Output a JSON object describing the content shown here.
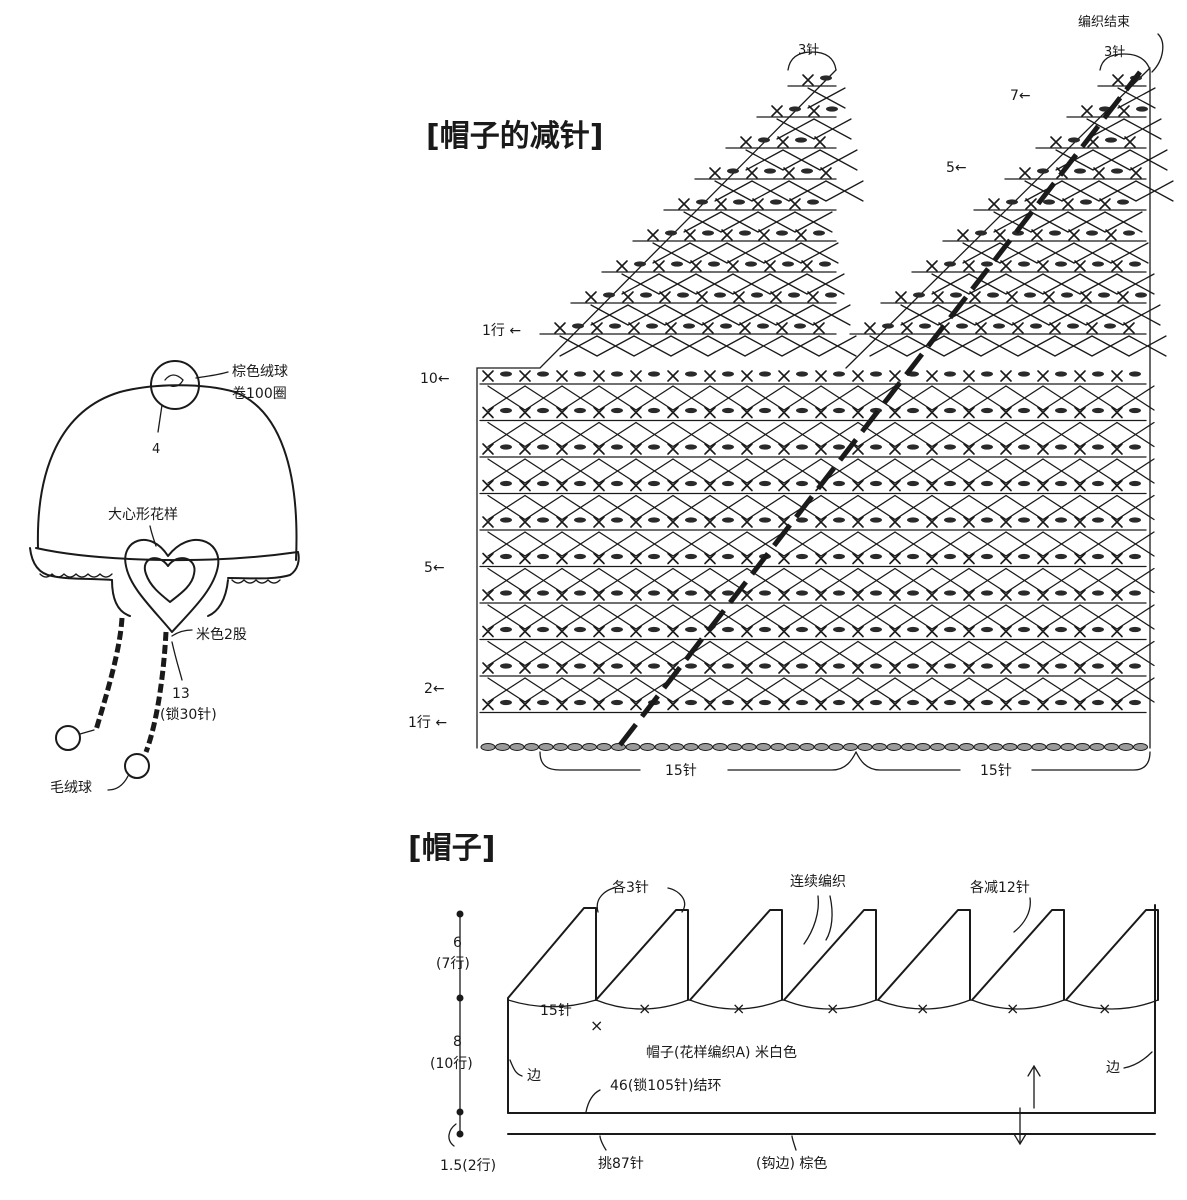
{
  "hat_illustration": {
    "pompom_label_1": "棕色绒球",
    "pompom_label_2": "卷100圈",
    "pompom_stem": "4",
    "heart_label": "大心形花样",
    "cord_label": "米色2股",
    "cord_length": "13",
    "cord_chain": "(锁30针)",
    "ball_label": "毛绒球"
  },
  "decrease_chart": {
    "title": "[帽子的减针]",
    "top_left_count": "3针",
    "top_right_count": "3针",
    "end_label": "编织结束",
    "row_markers_right": [
      "7←",
      "5←"
    ],
    "row_marker_top_left": "1行 ←",
    "row_markers_main": [
      "10←",
      "5←",
      "2←",
      "1行 ←"
    ],
    "bottom_count_left": "15针",
    "bottom_count_right": "15针"
  },
  "hat_diagram": {
    "title": "[帽子]",
    "each_3": "各3针",
    "continuous": "连续编织",
    "each_decrease": "各减12针",
    "h1_value": "6",
    "h1_rows": "(7行)",
    "h2_value": "8",
    "h2_rows": "(10行)",
    "h3_value": "1.5(2行)",
    "stitches_15": "15针",
    "body_label": "帽子(花样编织A) 米白色",
    "edge_left": "边",
    "edge_right": "边",
    "ring_label": "46(锁105针)结环",
    "pick_label": "挑87针",
    "border_label": "(钩边) 棕色",
    "x_mark": "×"
  },
  "colors": {
    "ink": "#1a1a1a",
    "chain_fill": "#9a9a9a"
  }
}
